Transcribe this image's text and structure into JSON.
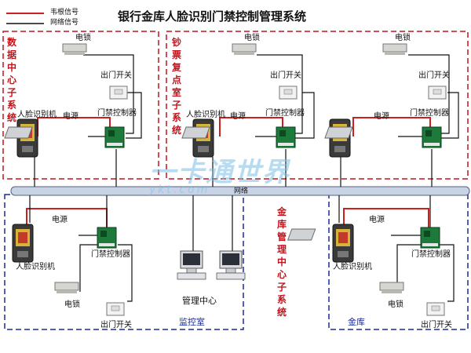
{
  "title": "银行金库人脸识别门禁控制管理系统",
  "legend": {
    "red_label": "韦根信号",
    "black_label": "网络信号"
  },
  "colors": {
    "wiegand": "#cc1f1f",
    "network": "#111111",
    "zone_red": "#c0141c",
    "zone_blue": "#1a2a9a",
    "bus": "#c9d3e6"
  },
  "bus_label": "网络",
  "zones": {
    "data_center": "数据中心子系统",
    "cash_room": "钞票复点室子系统",
    "vault_center": "金库管理中心子系统",
    "monitor_room": "监控室",
    "vault": "金库"
  },
  "devices": {
    "face_reader": "人脸识别机",
    "power": "电源",
    "controller": "门禁控制器",
    "lock": "电锁",
    "exit_button": "出门开关",
    "mgmt_center": "管理中心"
  },
  "watermark": {
    "main": "一卡通世界",
    "sub": "ykt.com"
  }
}
